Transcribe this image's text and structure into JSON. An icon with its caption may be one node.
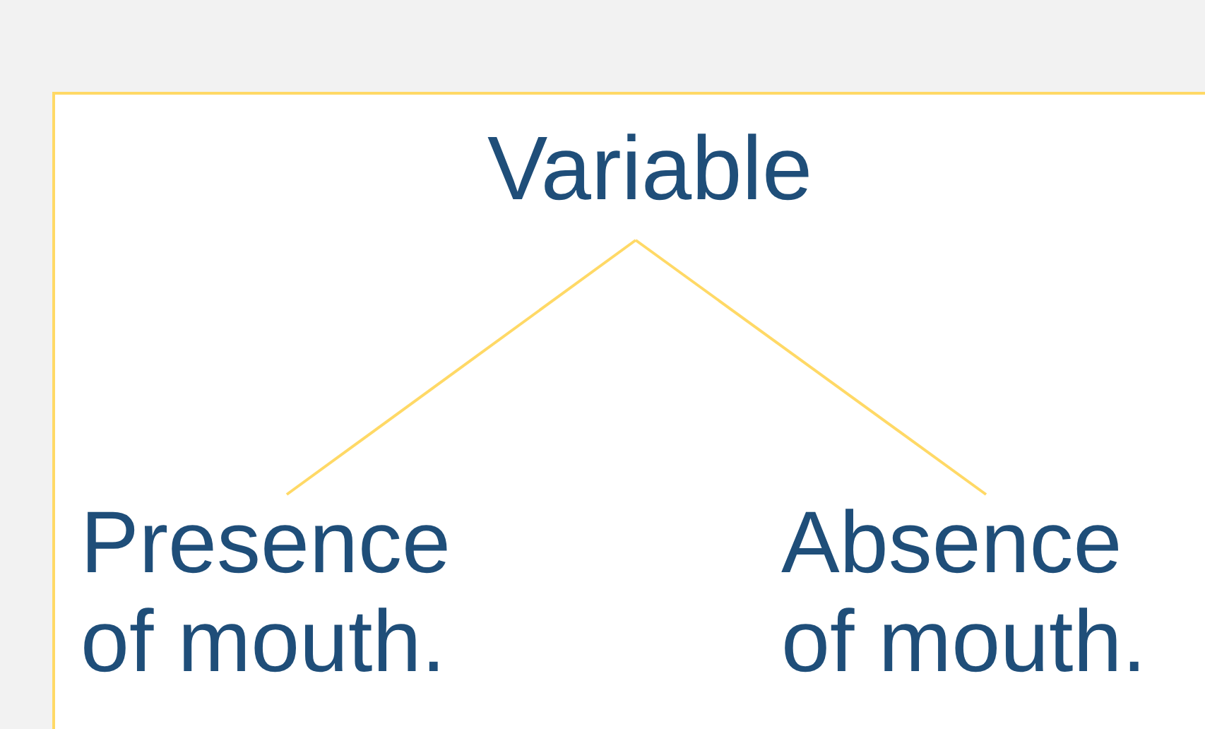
{
  "diagram": {
    "nodes": [
      {
        "text": [
          "Variable"
        ]
      },
      {
        "text": [
          "Presence of mouth."
        ]
      },
      {
        "text": [
          "Absence of mouth."
        ]
      }
    ],
    "edges": [
      {
        "from": 0,
        "to": 1,
        "arrow": "none"
      },
      {
        "from": 0,
        "to": 2,
        "arrow": "none"
      }
    ]
  }
}
